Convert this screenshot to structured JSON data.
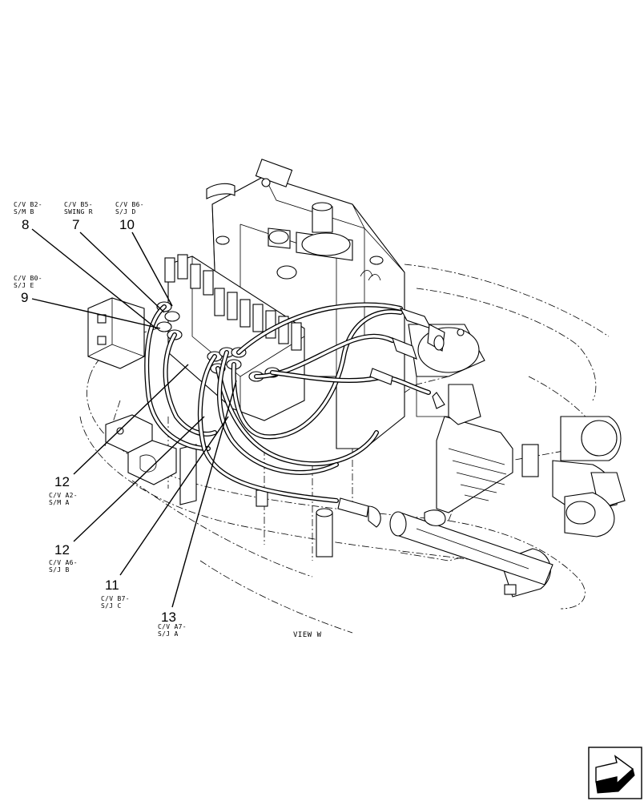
{
  "callouts": [
    {
      "id": "c8",
      "number": "8",
      "ref_line1": "C/V B2-",
      "ref_line2": "S/M B"
    },
    {
      "id": "c7",
      "number": "7",
      "ref_line1": "C/V B5-",
      "ref_line2": "SWING R"
    },
    {
      "id": "c10",
      "number": "10",
      "ref_line1": "C/V B6-",
      "ref_line2": "S/J D"
    },
    {
      "id": "c9",
      "number": "9",
      "ref_line1": "C/V B0-",
      "ref_line2": "S/J E"
    },
    {
      "id": "c12a",
      "number": "12",
      "ref_line1": "C/V A2-",
      "ref_line2": "S/M A"
    },
    {
      "id": "c12b",
      "number": "12",
      "ref_line1": "C/V A6-",
      "ref_line2": "S/J B"
    },
    {
      "id": "c11",
      "number": "11",
      "ref_line1": "C/V B7-",
      "ref_line2": "S/J C"
    },
    {
      "id": "c13",
      "number": "13",
      "ref_line1": "C/V A7-",
      "ref_line2": "S/J A"
    }
  ],
  "view_caption": "VIEW W",
  "icons": {
    "nav": "next-page-arrow-icon"
  }
}
